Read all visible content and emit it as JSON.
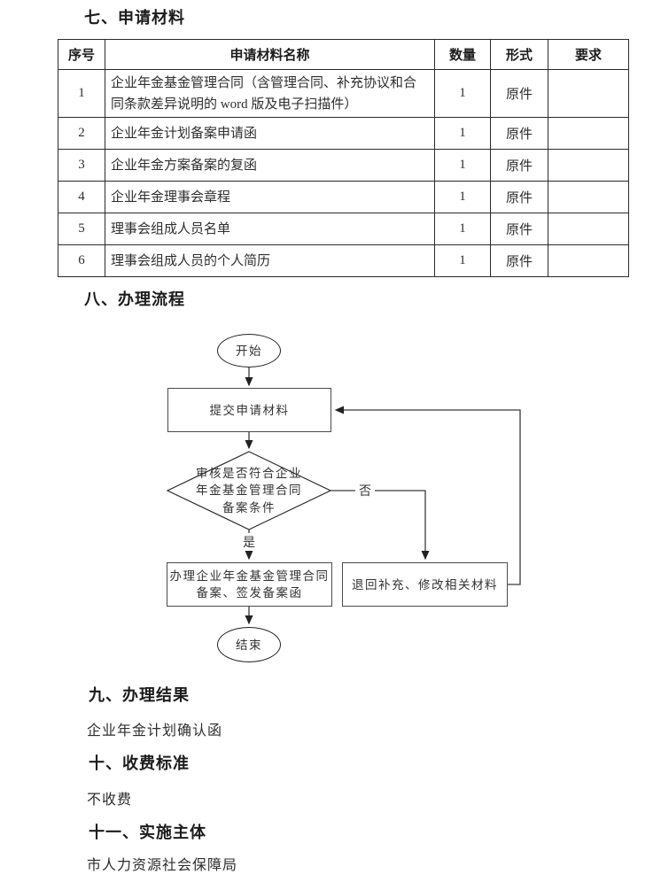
{
  "section7": {
    "title": "七、申请材料"
  },
  "table": {
    "headers": [
      "序号",
      "申请材料名称",
      "数量",
      "形式",
      "要求"
    ],
    "rows": [
      {
        "no": "1",
        "name": "企业年金基金管理合同（含管理合同、补充协议和合同条款差异说明的 word 版及电子扫描件）",
        "qty": "1",
        "form": "原件",
        "req": ""
      },
      {
        "no": "2",
        "name": "企业年金计划备案申请函",
        "qty": "1",
        "form": "原件",
        "req": ""
      },
      {
        "no": "3",
        "name": "企业年金方案备案的复函",
        "qty": "1",
        "form": "原件",
        "req": ""
      },
      {
        "no": "4",
        "name": "企业年金理事会章程",
        "qty": "1",
        "form": "原件",
        "req": ""
      },
      {
        "no": "5",
        "name": "理事会组成人员名单",
        "qty": "1",
        "form": "原件",
        "req": ""
      },
      {
        "no": "6",
        "name": "理事会组成人员的个人简历",
        "qty": "1",
        "form": "原件",
        "req": ""
      }
    ]
  },
  "section8": {
    "title": "八、办理流程"
  },
  "flowchart": {
    "start_label": "开始",
    "submit_label": "提交申请材料",
    "decision_line1": "审核是否符合企业",
    "decision_line2": "年金基金管理合同",
    "decision_line3": "备案条件",
    "no_label": "否",
    "yes_label": "是",
    "approve_line1": "办理企业年金基金管理合同",
    "approve_line2": "备案、签发备案函",
    "return_label": "退回补充、修改相关材料",
    "end_label": "结束",
    "line_color": "#3a3a3a"
  },
  "section9": {
    "title": "九、办理结果",
    "body": "企业年金计划确认函"
  },
  "section10": {
    "title": "十、收费标准",
    "body": "不收费"
  },
  "section11": {
    "title": "十一、实施主体",
    "body": "市人力资源社会保障局"
  }
}
